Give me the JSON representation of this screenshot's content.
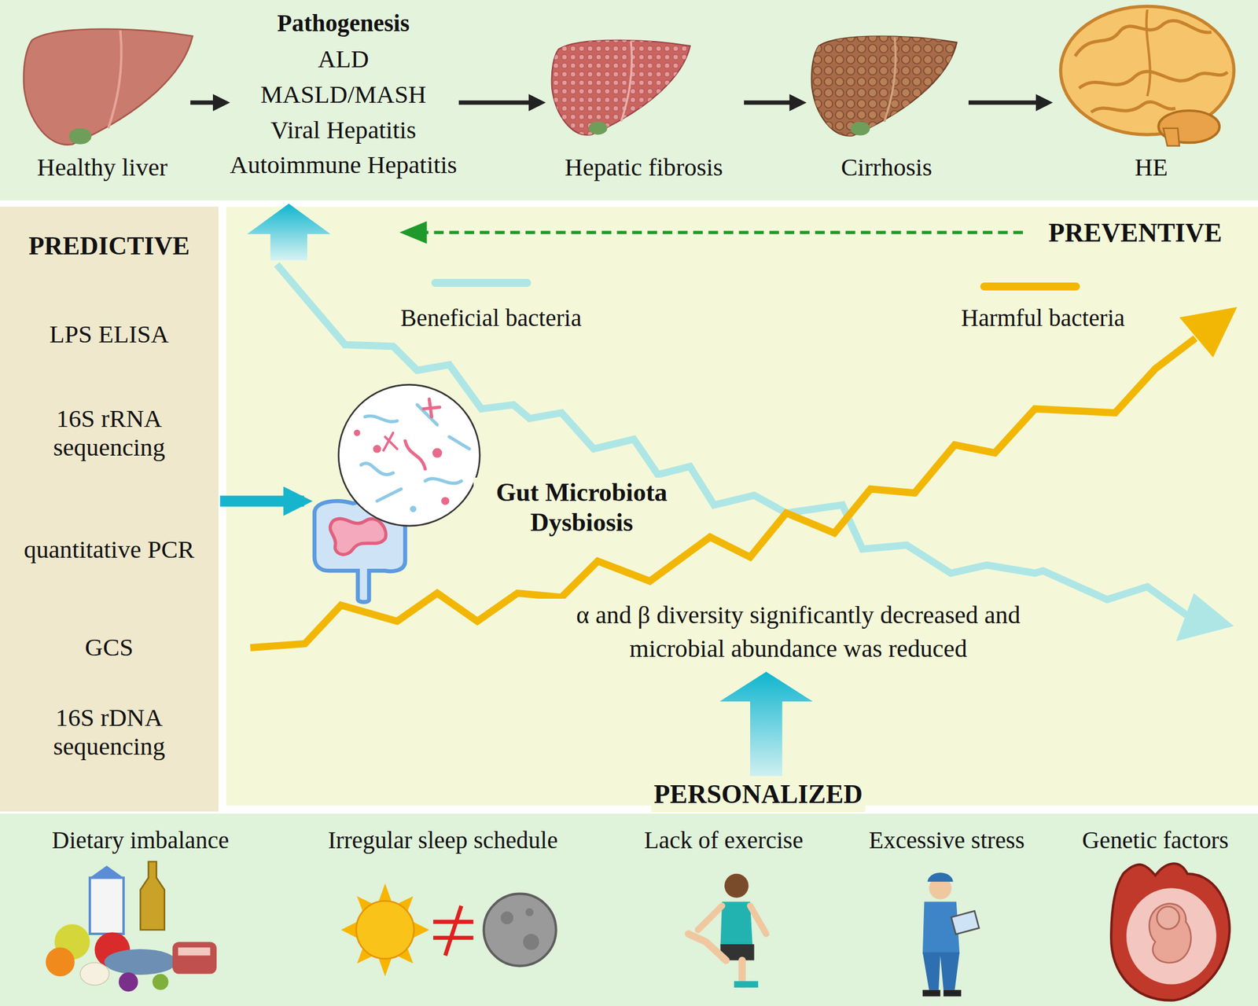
{
  "diagram": {
    "nodes": [
      {
        "text": [
          "Healthy liver"
        ]
      },
      {
        "text": [
          "Pathogenesis",
          "ALD",
          "MASLD/MASH",
          "Viral Hepatitis",
          "Autoimmune Hepatitis"
        ]
      },
      {
        "text": [
          "Hepatic fibrosis"
        ]
      },
      {
        "text": [
          "Cirrhosis"
        ]
      },
      {
        "text": [
          "HE"
        ]
      },
      {
        "text": [
          "PREDICTIVE",
          "LPS ELISA",
          "16S rRNA sequencing",
          "quantitative PCR",
          "GCS",
          "16S rDNA sequencing"
        ]
      },
      {
        "text": [
          "Gut Microbiota Dysbiosis"
        ]
      }
    ],
    "edges": [
      {
        "from": 0,
        "to": 1,
        "arrow": "to"
      },
      {
        "from": 1,
        "to": 2,
        "arrow": "to"
      },
      {
        "from": 2,
        "to": 3,
        "arrow": "to"
      },
      {
        "from": 3,
        "to": 4,
        "arrow": "to"
      },
      {
        "from": 5,
        "to": 6,
        "arrow": "to"
      }
    ],
    "labels": [
      "PREVENTIVE",
      "α and β diversity significantly decreased and microbial abundance was reduced",
      "PERSONALIZED",
      "Dietary imbalance",
      "Irregular sleep schedule",
      "Lack of exercise",
      "Excessive stress",
      "Genetic factors"
    ],
    "legend": [
      {
        "text": "Beneficial bacteria",
        "color": "#aee6e6"
      },
      {
        "text": "Harmful bacteria",
        "color": "#f2b705"
      }
    ]
  }
}
